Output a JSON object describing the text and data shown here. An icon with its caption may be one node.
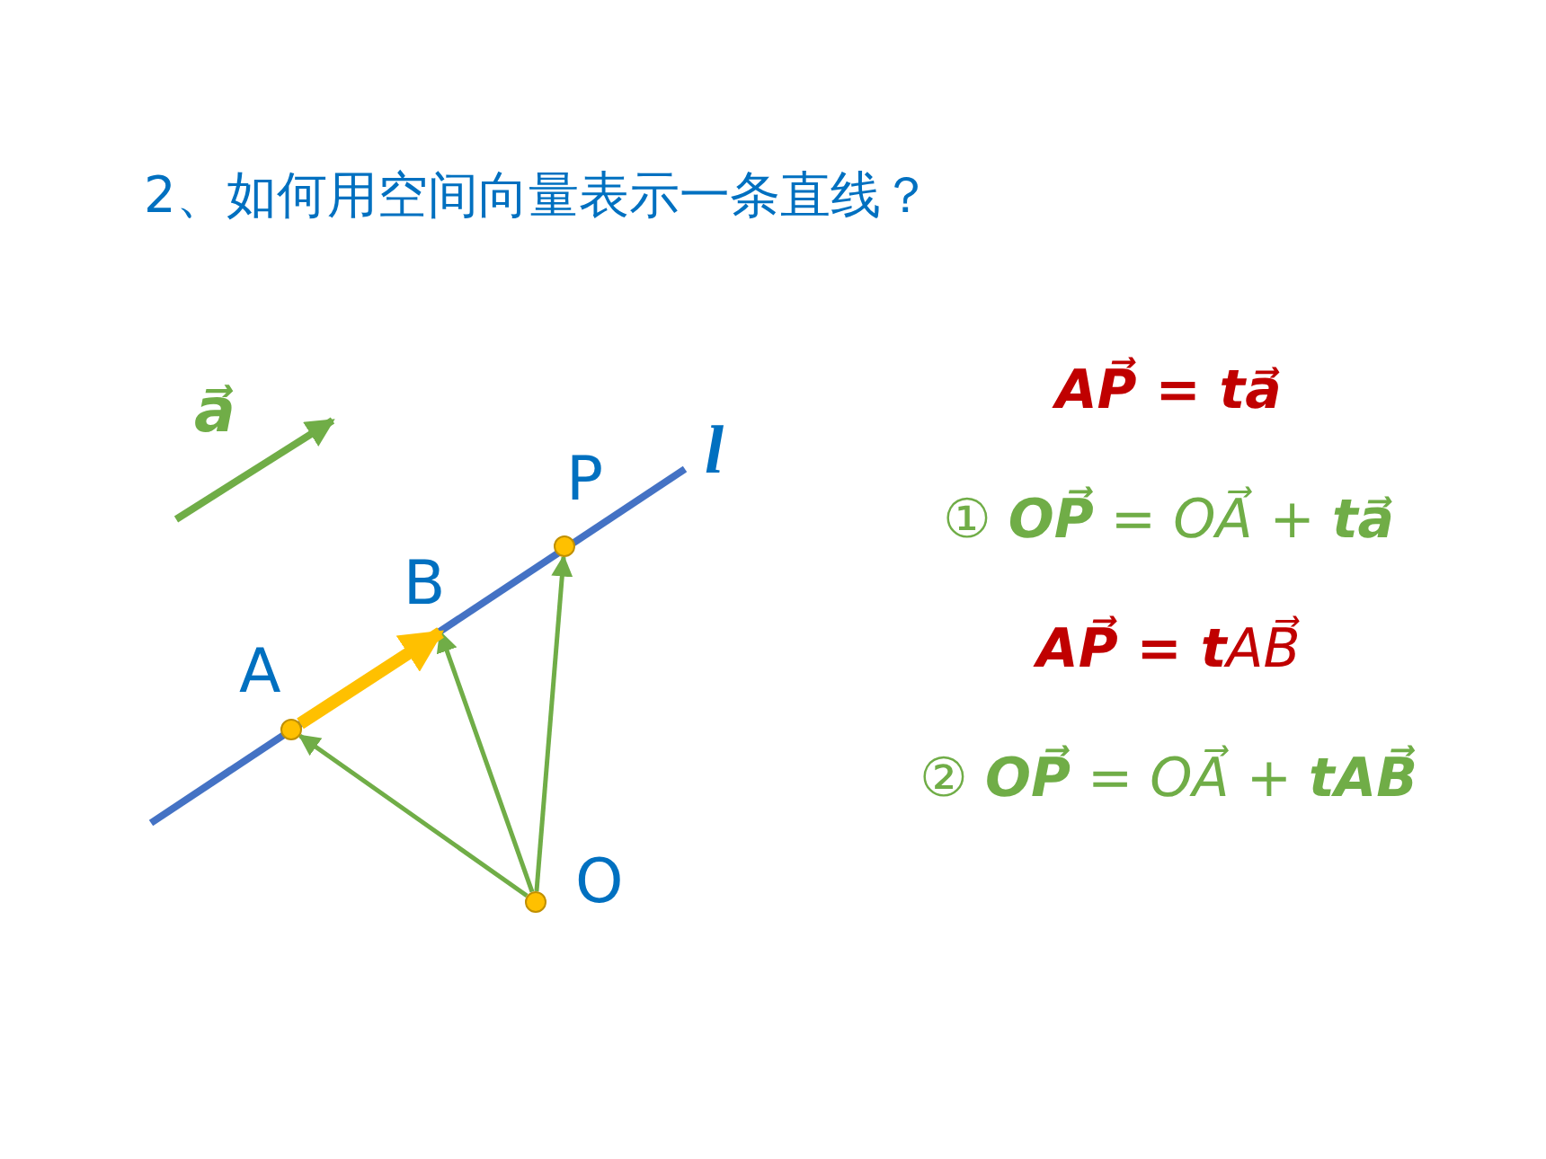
{
  "diagram": {
    "title": "2、如何用空间向量表示一条直线？",
    "nodes": [
      {
        "text": [],
        "shape": "circle",
        "beside": [
          "A"
        ]
      },
      {
        "text": [
          "B"
        ]
      },
      {
        "text": [],
        "shape": "circle",
        "beside": [
          "P"
        ]
      },
      {
        "text": [],
        "shape": "circle",
        "beside": [
          "O"
        ]
      }
    ],
    "edges": [
      {
        "from": 3,
        "to": 0,
        "arrow": "to"
      },
      {
        "from": 3,
        "to": 1,
        "arrow": "to"
      },
      {
        "from": 3,
        "to": 2,
        "arrow": "to"
      },
      {
        "from": 0,
        "to": 1,
        "arrow": "to",
        "style": "thick",
        "color": "#ffc000"
      }
    ],
    "labels": [
      "a⃗",
      "l",
      "AP⃗ = ta⃗",
      "① **OP⃗** = OA⃗ + **ta⃗**",
      "**AP⃗ = t**AB⃗",
      "② **OP⃗** = OA⃗ + **tAB⃗**"
    ]
  }
}
